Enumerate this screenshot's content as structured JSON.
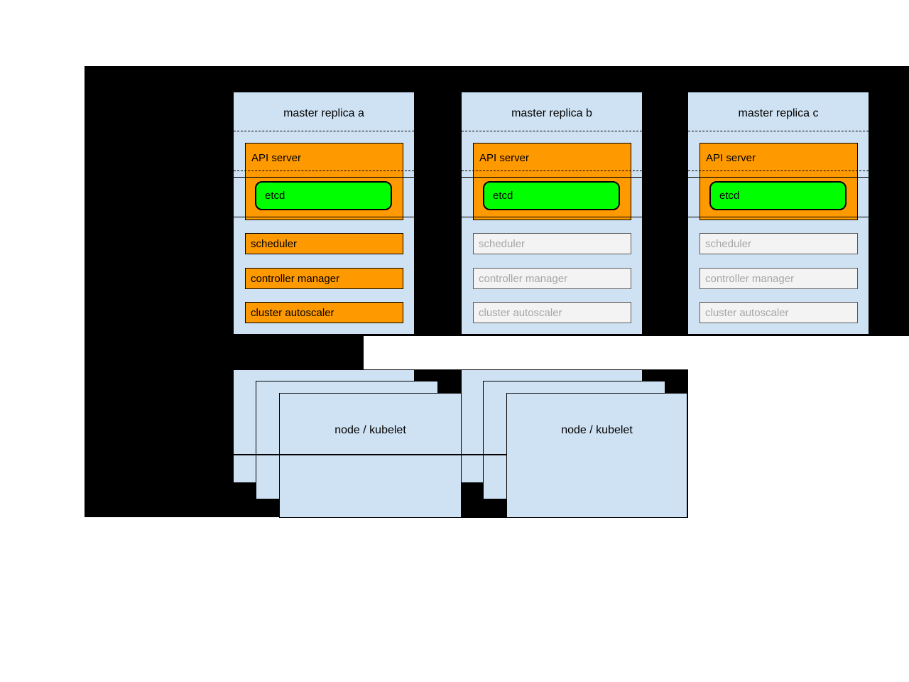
{
  "diagram": {
    "colors": {
      "backdrop": "#000000",
      "box_fill": "#cfe2f3",
      "active_fill": "#ff9900",
      "etcd_fill": "#00ff00",
      "inactive_fill": "#f3f3f3",
      "inactive_text": "#a6a6a6"
    },
    "masters": [
      {
        "title": "master replica a",
        "api_server_label": "API server",
        "etcd_label": "etcd",
        "components": [
          {
            "label": "scheduler",
            "state": "active"
          },
          {
            "label": "controller manager",
            "state": "active"
          },
          {
            "label": "cluster autoscaler",
            "state": "active"
          }
        ]
      },
      {
        "title": "master replica b",
        "api_server_label": "API server",
        "etcd_label": "etcd",
        "components": [
          {
            "label": "scheduler",
            "state": "inactive"
          },
          {
            "label": "controller manager",
            "state": "inactive"
          },
          {
            "label": "cluster autoscaler",
            "state": "inactive"
          }
        ]
      },
      {
        "title": "master replica c",
        "api_server_label": "API server",
        "etcd_label": "etcd",
        "components": [
          {
            "label": "scheduler",
            "state": "inactive"
          },
          {
            "label": "controller manager",
            "state": "inactive"
          },
          {
            "label": "cluster autoscaler",
            "state": "inactive"
          }
        ]
      }
    ],
    "node_groups": [
      {
        "label": "node / kubelet"
      },
      {
        "label": "node / kubelet"
      }
    ]
  }
}
